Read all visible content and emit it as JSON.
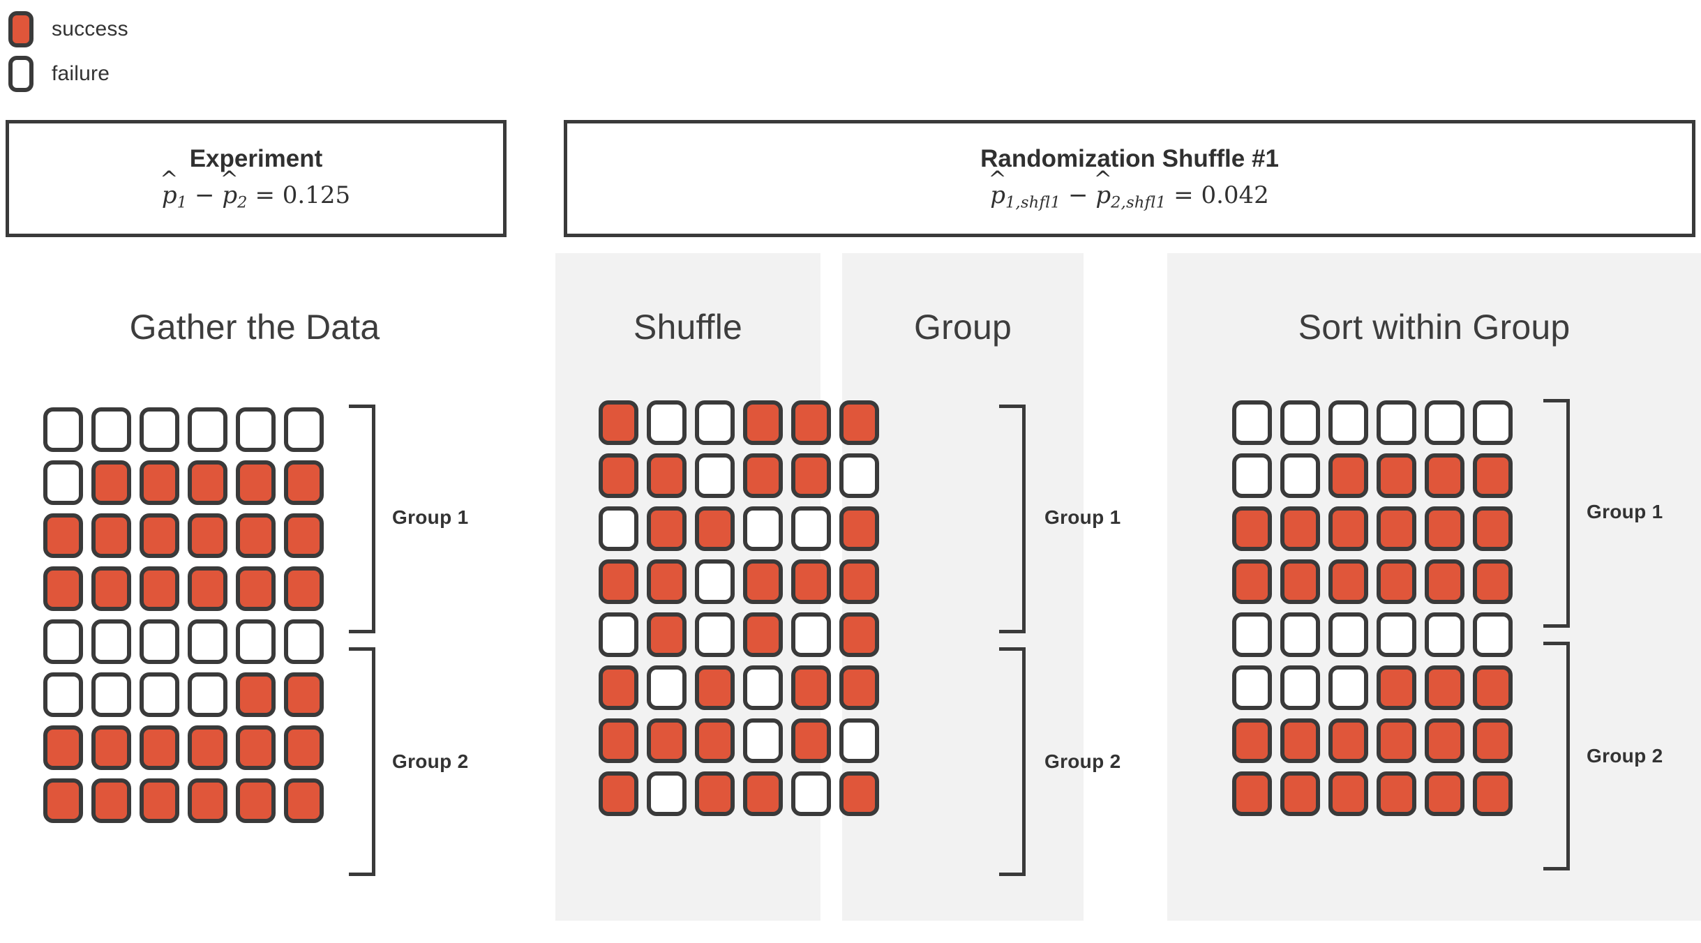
{
  "legend": {
    "items": [
      {
        "key": "success",
        "label": "success",
        "color": "#e0563a",
        "icon": "filled-square-icon"
      },
      {
        "key": "failure",
        "label": "failure",
        "color": "#ffffff",
        "icon": "empty-square-icon"
      }
    ]
  },
  "experiment_header": {
    "title": "Experiment",
    "formula_plain": "p̂₁ − p̂₂ = 0.125",
    "lhs_symbol": "p",
    "lhs_sub": "1",
    "rhs_symbol": "p",
    "rhs_sub": "2",
    "operator": "−",
    "equals": "=",
    "value": "0.125"
  },
  "shuffle_header": {
    "title": "Randomization Shuffle #1",
    "formula_plain": "p̂₁,shfl1 − p̂₂,shfl1 = 0.042",
    "lhs_symbol": "p",
    "lhs_sub": "1,shfl1",
    "rhs_symbol": "p",
    "rhs_sub": "2,shfl1",
    "operator": "−",
    "equals": "=",
    "value": "0.042"
  },
  "sections": {
    "gather": "Gather the Data",
    "shuffle": "Shuffle",
    "group": "Group",
    "sort": "Sort within Group"
  },
  "group_labels": {
    "group1": "Group 1",
    "group2": "Group 2"
  },
  "colors": {
    "success": "#e0563a",
    "failure": "#ffffff",
    "outline": "#3a3a3a",
    "panel_bg": "#f2f2f2",
    "page_bg": "#ffffff",
    "text": "#333333"
  },
  "chart_data": {
    "type": "table",
    "title": "Randomization Shuffle #1",
    "description": "Unit-chart grids of 8 rows x 6 columns; each cell is a success (filled) or failure (empty). Rows 1-4 = Group 1, rows 5-8 = Group 2.",
    "legend": [
      "success",
      "failure"
    ],
    "rows": 8,
    "cols": 6,
    "group1_rows": [
      0,
      1,
      2,
      3
    ],
    "group2_rows": [
      4,
      5,
      6,
      7
    ],
    "grids": [
      {
        "name": "Gather the Data",
        "cells": [
          [
            "f",
            "f",
            "f",
            "f",
            "f",
            "f"
          ],
          [
            "f",
            "s",
            "s",
            "s",
            "s",
            "s"
          ],
          [
            "s",
            "s",
            "s",
            "s",
            "s",
            "s"
          ],
          [
            "s",
            "s",
            "s",
            "s",
            "s",
            "s"
          ],
          [
            "f",
            "f",
            "f",
            "f",
            "f",
            "f"
          ],
          [
            "f",
            "f",
            "f",
            "f",
            "s",
            "s"
          ],
          [
            "s",
            "s",
            "s",
            "s",
            "s",
            "s"
          ],
          [
            "s",
            "s",
            "s",
            "s",
            "s",
            "s"
          ]
        ],
        "group1_successes": 17,
        "group1_total": 24,
        "group1_phat": 0.708,
        "group2_successes": 14,
        "group2_total": 24,
        "group2_phat": 0.583,
        "difference": 0.125
      },
      {
        "name": "Shuffle",
        "cells": [
          [
            "s",
            "f",
            "f",
            "s",
            "s",
            "s"
          ],
          [
            "s",
            "s",
            "f",
            "s",
            "s",
            "f"
          ],
          [
            "f",
            "s",
            "s",
            "f",
            "f",
            "s"
          ],
          [
            "s",
            "s",
            "f",
            "s",
            "s",
            "s"
          ],
          [
            "f",
            "s",
            "f",
            "s",
            "f",
            "s"
          ],
          [
            "s",
            "f",
            "s",
            "f",
            "s",
            "s"
          ],
          [
            "s",
            "s",
            "s",
            "f",
            "s",
            "f"
          ],
          [
            "s",
            "f",
            "s",
            "s",
            "f",
            "s"
          ]
        ],
        "group1_successes": 16,
        "group1_total": 24,
        "group2_successes": 15,
        "group2_total": 24
      },
      {
        "name": "Sort within Group",
        "cells": [
          [
            "f",
            "f",
            "f",
            "f",
            "f",
            "f"
          ],
          [
            "f",
            "f",
            "s",
            "s",
            "s",
            "s"
          ],
          [
            "s",
            "s",
            "s",
            "s",
            "s",
            "s"
          ],
          [
            "s",
            "s",
            "s",
            "s",
            "s",
            "s"
          ],
          [
            "f",
            "f",
            "f",
            "f",
            "f",
            "f"
          ],
          [
            "f",
            "f",
            "f",
            "s",
            "s",
            "s"
          ],
          [
            "s",
            "s",
            "s",
            "s",
            "s",
            "s"
          ],
          [
            "s",
            "s",
            "s",
            "s",
            "s",
            "s"
          ]
        ],
        "group1_successes": 16,
        "group1_total": 24,
        "group1_phat": 0.667,
        "group2_successes": 15,
        "group2_total": 24,
        "group2_phat": 0.625,
        "difference": 0.042
      }
    ]
  }
}
